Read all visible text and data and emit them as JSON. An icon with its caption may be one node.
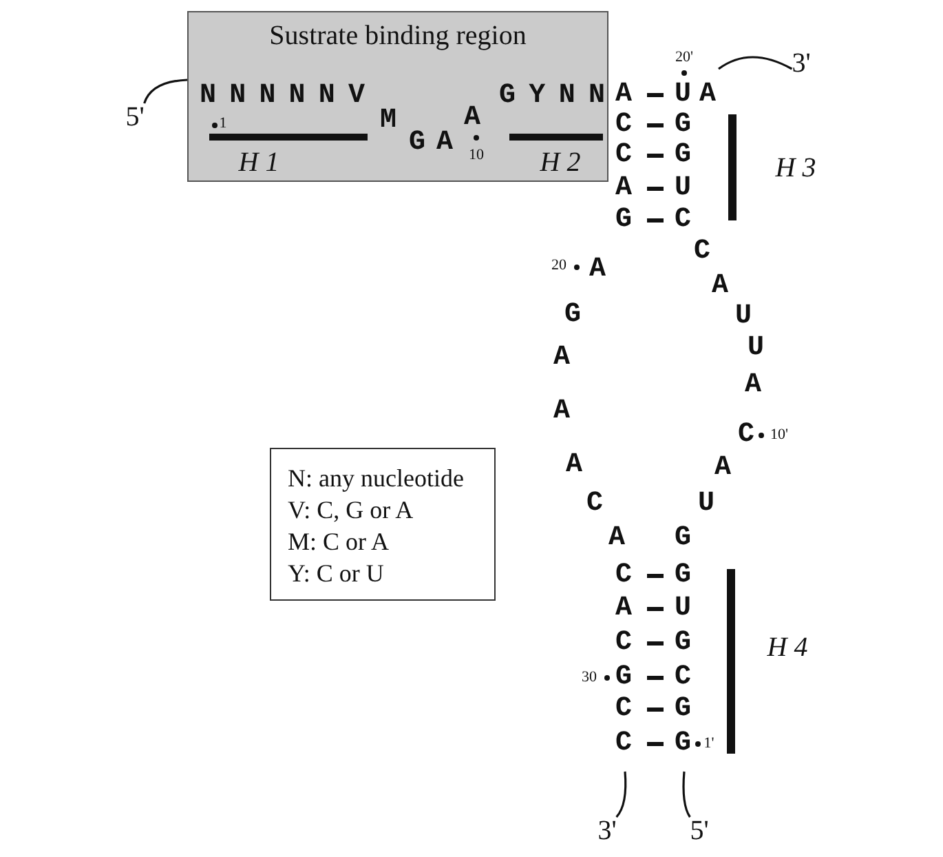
{
  "diagram": {
    "nodes": [
      {
        "text": [
          "Sustrate binding region"
        ]
      },
      {
        "text": [
          "3'"
        ]
      },
      {
        "text": [
          "5'"
        ]
      },
      {
        "text": [
          "3'"
        ]
      },
      {
        "text": [
          "5'"
        ]
      }
    ],
    "edges": [
      {
        "from": 1,
        "to": null,
        "arrow": "none"
      },
      {
        "from": 2,
        "to": 0,
        "arrow": "none"
      },
      {
        "from": 3,
        "to": null,
        "arrow": "none"
      },
      {
        "from": 4,
        "to": null,
        "arrow": "none"
      }
    ],
    "labels": [
      "20'",
      "NNNNNV",
      "GYNN",
      "A",
      "UA",
      "M",
      "A",
      "C",
      "G",
      "1",
      "GA",
      "C",
      "G",
      "10",
      "H 1",
      "H 2",
      "H 3",
      "A",
      "U",
      "G",
      "C",
      "C",
      "20",
      "A",
      "A",
      "G",
      "U",
      "U",
      "A",
      "A",
      "A",
      "C",
      "10'",
      "A",
      "A",
      "C",
      "U",
      "A",
      "G",
      "C",
      "G",
      "A",
      "U",
      "C",
      "G",
      "H 4",
      "30",
      "G",
      "C",
      "C",
      "G",
      "C",
      "G",
      "1'"
    ],
    "legend": [
      {
        "text": "N: any nucleotide"
      },
      {
        "text": "V: C, G or A"
      },
      {
        "text": "M: C or A"
      },
      {
        "text": "Y: C or U"
      }
    ]
  }
}
